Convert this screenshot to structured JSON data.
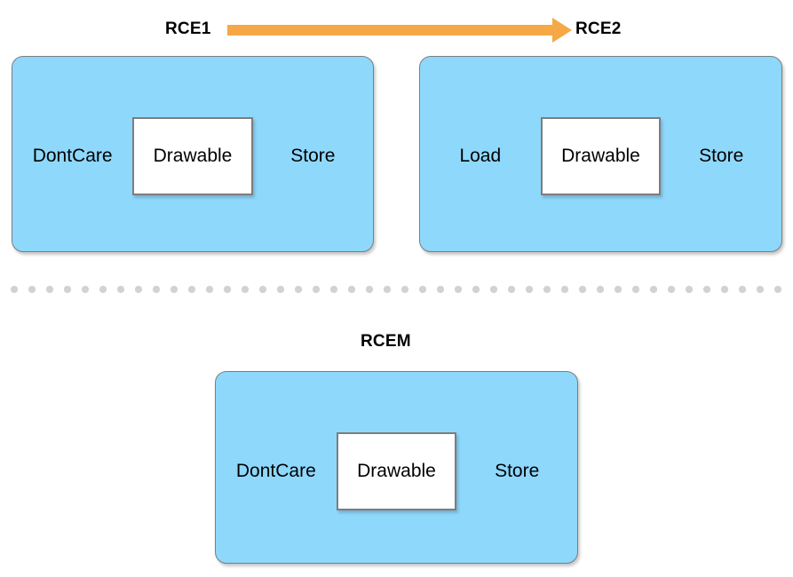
{
  "diagram": {
    "groups": [
      {
        "id": "rce1",
        "title": "RCE1",
        "left_label": "DontCare",
        "center_label": "Drawable",
        "right_label": "Store"
      },
      {
        "id": "rce2",
        "title": "RCE2",
        "left_label": "Load",
        "center_label": "Drawable",
        "right_label": "Store"
      },
      {
        "id": "rcem",
        "title": "RCEM",
        "left_label": "DontCare",
        "center_label": "Drawable",
        "right_label": "Store"
      }
    ],
    "arrow": {
      "name": "right-arrow-icon",
      "from": "RCE1",
      "to": "RCE2",
      "color": "#f5a845"
    },
    "divider": {
      "name": "dotted-divider",
      "style": "dotted",
      "color": "#d2d2d2"
    },
    "colors": {
      "panel_fill": "#8ed8fc",
      "panel_stroke": "#7d7d7d",
      "inner_fill": "#ffffff",
      "inner_stroke": "#7d7d7d",
      "arrow": "#f5a845",
      "divider": "#d2d2d2",
      "text": "#000000"
    }
  }
}
